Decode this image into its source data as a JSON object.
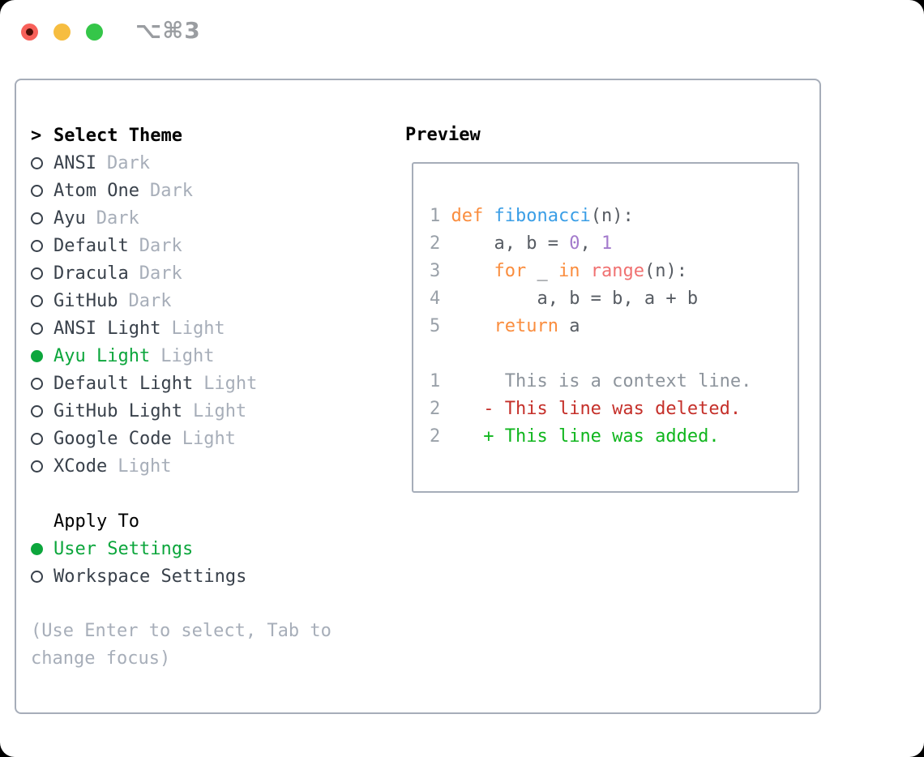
{
  "window": {
    "title": "⌥⌘3"
  },
  "theme_selector": {
    "prompt": ">",
    "title": "Select Theme",
    "items": [
      {
        "name": "ANSI",
        "tag": "Dark",
        "selected": false
      },
      {
        "name": "Atom One",
        "tag": "Dark",
        "selected": false
      },
      {
        "name": "Ayu",
        "tag": "Dark",
        "selected": false
      },
      {
        "name": "Default",
        "tag": "Dark",
        "selected": false
      },
      {
        "name": "Dracula",
        "tag": "Dark",
        "selected": false
      },
      {
        "name": "GitHub",
        "tag": "Dark",
        "selected": false
      },
      {
        "name": "ANSI Light",
        "tag": "Light",
        "selected": false
      },
      {
        "name": "Ayu Light",
        "tag": "Light",
        "selected": true
      },
      {
        "name": "Default Light",
        "tag": "Light",
        "selected": false
      },
      {
        "name": "GitHub Light",
        "tag": "Light",
        "selected": false
      },
      {
        "name": "Google Code",
        "tag": "Light",
        "selected": false
      },
      {
        "name": "XCode",
        "tag": "Light",
        "selected": false
      }
    ]
  },
  "apply_to": {
    "title": "Apply To",
    "options": [
      {
        "name": "User Settings",
        "selected": true
      },
      {
        "name": "Workspace Settings",
        "selected": false
      }
    ]
  },
  "hints": [
    "(Use Enter to select, Tab to",
    "change focus)"
  ],
  "preview": {
    "title": "Preview",
    "lines": [
      {
        "num": "1",
        "tokens": [
          [
            "kw",
            "def"
          ],
          [
            "pl",
            " "
          ],
          [
            "fn",
            "fibonacci"
          ],
          [
            "pl",
            "(n):"
          ]
        ]
      },
      {
        "num": "2",
        "tokens": [
          [
            "pl",
            "    a, b = "
          ],
          [
            "lit",
            "0"
          ],
          [
            "pl",
            ", "
          ],
          [
            "lit",
            "1"
          ]
        ]
      },
      {
        "num": "3",
        "tokens": [
          [
            "pl",
            "    "
          ],
          [
            "kw",
            "for"
          ],
          [
            "pl",
            " _ "
          ],
          [
            "kw",
            "in"
          ],
          [
            "pl",
            " "
          ],
          [
            "call",
            "range"
          ],
          [
            "pl",
            "(n):"
          ]
        ]
      },
      {
        "num": "4",
        "tokens": [
          [
            "pl",
            "        a, b = b, a + b"
          ]
        ]
      },
      {
        "num": "5",
        "tokens": [
          [
            "pl",
            "    "
          ],
          [
            "kw",
            "return"
          ],
          [
            "pl",
            " a"
          ]
        ]
      },
      {
        "num": "",
        "tokens": []
      },
      {
        "num": "1",
        "tokens": [
          [
            "ctx",
            "     This is a context line."
          ]
        ]
      },
      {
        "num": "2",
        "tokens": [
          [
            "del",
            "   - This line was deleted."
          ]
        ]
      },
      {
        "num": "2",
        "tokens": [
          [
            "add",
            "   + This line was added."
          ]
        ]
      }
    ]
  },
  "colors": {
    "accent_green": "#0ca63c",
    "added": "#10b61e",
    "deleted": "#c5302a",
    "kw": "#fa8d3e",
    "fn": "#3a9ee6",
    "call": "#f07171",
    "lit": "#a37acc",
    "plain": "#575c63",
    "ctx": "#8d949c",
    "linenum": "#9aa1a9",
    "muted": "#a7aeb9",
    "item_text": "#39414b",
    "border": "#a6adb9",
    "title": "#9a9da1",
    "light_red": "#f8615a",
    "light_yellow": "#f6bd40",
    "light_green": "#35c649",
    "close_dot": "#4e0e06"
  }
}
